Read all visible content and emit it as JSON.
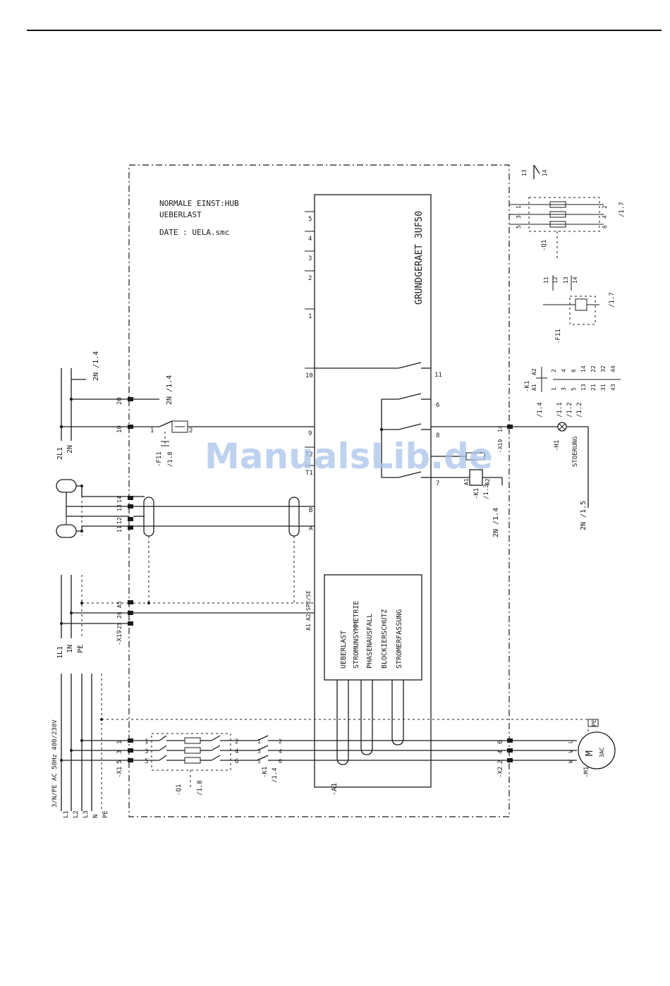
{
  "header": {
    "rule": true
  },
  "notes": {
    "line1": "NORMALE EINST:HUB",
    "line2": "UEBERLAST",
    "line3": "DATE : UELA.smc"
  },
  "device": {
    "title": "GRUNDGERAET 3UF50",
    "ref": "-A1"
  },
  "device_pins_left": [
    "5",
    "4",
    "3",
    "2",
    "1",
    "10",
    "9",
    "T2",
    "T1",
    "B",
    "A"
  ],
  "device_pins_right": [
    "11",
    "6",
    "8",
    "7"
  ],
  "functions": [
    "UEBERLAST",
    "STROMUNSYMMETRIE",
    "PHASENAUSFALL",
    "BLOCKIERSCHUTZ",
    "STROMERFASSUNG"
  ],
  "supply": {
    "spec": "3/N/PE AC 50Hz 400/230V",
    "lines": [
      "L1",
      "L2",
      "L3",
      "N",
      "PE"
    ]
  },
  "control_lines": [
    "1L1",
    "1N",
    "PE"
  ],
  "lines_2L1": [
    "2L1",
    "2N"
  ],
  "terminal_x1": {
    "ref": "-X1",
    "nums": [
      "1",
      "3",
      "5"
    ]
  },
  "terminal_x2": {
    "ref": "-X2",
    "nums": [
      "6",
      "4",
      "2"
    ]
  },
  "terminal_x19": {
    "ref": "-X19",
    "nums": [
      "20",
      "10",
      "14",
      "13",
      "12",
      "11",
      "A5",
      "26",
      "25"
    ]
  },
  "x19_right": {
    "ref": "-X19",
    "num": "14"
  },
  "q1": {
    "ref": "-Q1",
    "refcross": "/1.8",
    "nums": [
      "1",
      "3",
      "5",
      "2",
      "4",
      "6"
    ]
  },
  "k1_main": {
    "ref": "-K1",
    "refcross": "/1.4",
    "nums": [
      "1",
      "3",
      "5",
      "2",
      "4",
      "6"
    ]
  },
  "k1_coil": {
    "ref": "-K1",
    "refcross": "/1.3",
    "pins": [
      "A1",
      "A2"
    ]
  },
  "f11": {
    "ref": "-F11",
    "refcross": "/1.8",
    "pins": [
      "1",
      "2"
    ]
  },
  "h1": {
    "ref": "-H1",
    "label": "STOERUNG"
  },
  "motor": {
    "ref": "-M1",
    "symbol": "M",
    "phase": "3AC",
    "terminals": [
      "U",
      "V",
      "W",
      "PE"
    ]
  },
  "device_terms": {
    "spe": "SPE/SE",
    "a2": "A2",
    "a1": "A1"
  },
  "cross_refs": {
    "r1": "2N /1.4",
    "r2": "2N /1.4",
    "r3": "2N /1.4",
    "r4": "2N /1.5"
  },
  "legend_q1": {
    "ref": "-Q1",
    "refcross": "/1.7",
    "nums": [
      "13",
      "14",
      "1",
      "3",
      "5",
      "2",
      "4",
      "6"
    ]
  },
  "legend_f11": {
    "ref": "-F11",
    "refcross": "/1.7",
    "nums": [
      "11",
      "12",
      "13",
      "14"
    ]
  },
  "legend_k1": {
    "ref": "-K1",
    "coil": [
      "A1",
      "A2"
    ],
    "top": [
      "2",
      "4",
      "6",
      "14",
      "22",
      "32",
      "44"
    ],
    "bottom": [
      "1",
      "3",
      "5",
      "13",
      "21",
      "31",
      "43"
    ],
    "refs": [
      "/1.4",
      "/1.1",
      "/1.2",
      "/1.2"
    ]
  },
  "watermark": "ManualsLib.de"
}
